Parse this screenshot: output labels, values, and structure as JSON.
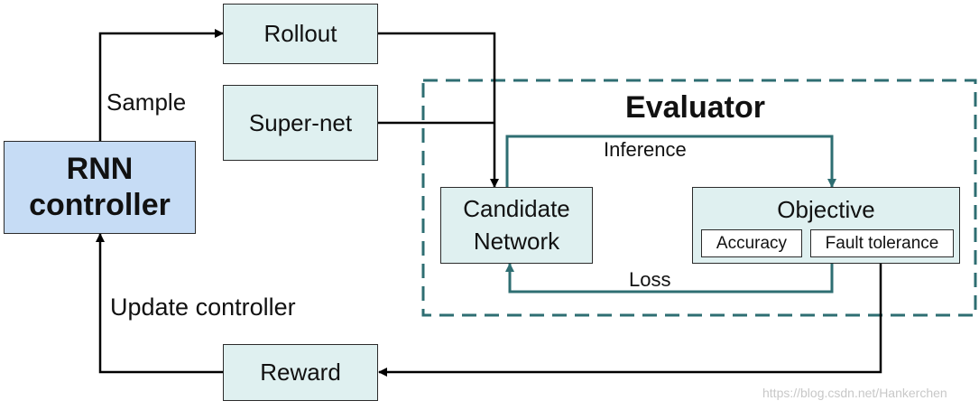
{
  "nodes": {
    "rollout": "Rollout",
    "supernet": "Super-net",
    "rnn_line1": "RNN",
    "rnn_line2": "controller",
    "candidate_line1": "Candidate",
    "candidate_line2": "Network",
    "objective": "Objective",
    "accuracy": "Accuracy",
    "fault_tolerance": "Fault tolerance",
    "reward": "Reward"
  },
  "group": {
    "evaluator": "Evaluator"
  },
  "edges": {
    "sample": "Sample",
    "update_controller": "Update controller",
    "inference": "Inference",
    "loss": "Loss"
  },
  "watermark": "https://blog.csdn.net/Hankerchen",
  "colors": {
    "box_fill": "#dff0f0",
    "rnn_fill": "#c6dcf5",
    "teal": "#2e6e72",
    "black": "#000000"
  }
}
